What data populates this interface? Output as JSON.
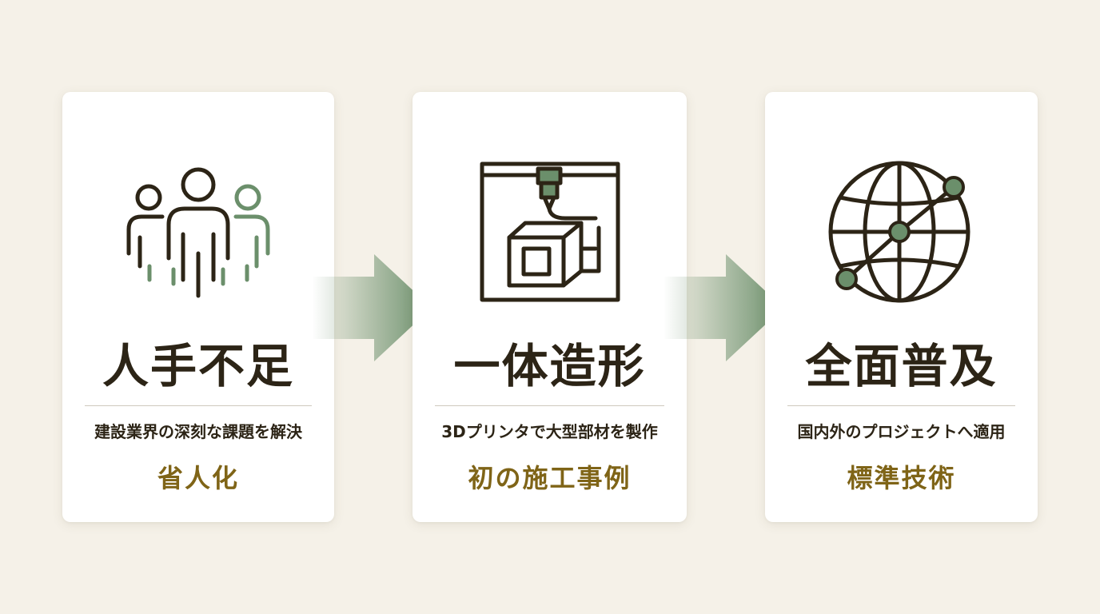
{
  "colors": {
    "background": "#f5f1e8",
    "card": "#ffffff",
    "dark_line": "#2c2416",
    "accent_green": "#6b8f6b",
    "keyword_gold": "#7f6417"
  },
  "steps": [
    {
      "icon": "people-group-icon",
      "title": "人手不足",
      "description": "建設業界の深刻な課題を解決",
      "keyword": "省人化"
    },
    {
      "icon": "3d-printer-icon",
      "title": "一体造形",
      "description": "3Dプリンタで大型部材を製作",
      "keyword": "初の施工事例"
    },
    {
      "icon": "globe-network-icon",
      "title": "全面普及",
      "description": "国内外のプロジェクトへ適用",
      "keyword": "標準技術"
    }
  ]
}
